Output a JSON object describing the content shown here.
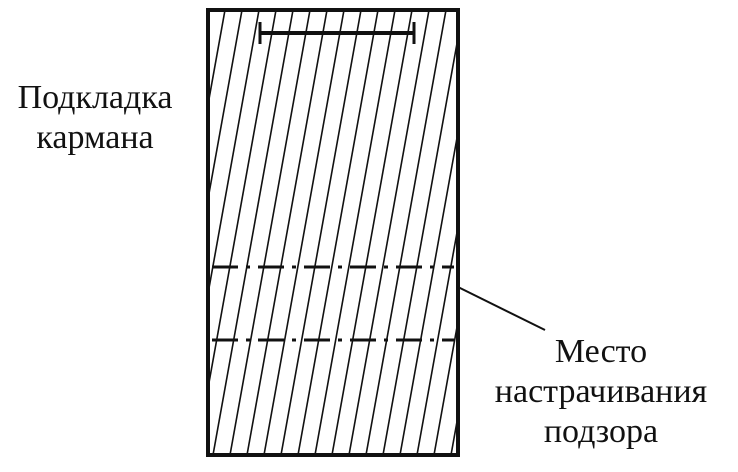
{
  "labels": {
    "pocket_lining": {
      "line1": "Подкладка",
      "line2": "кармана"
    },
    "stitch_place": {
      "line1": "Место",
      "line2": "настрачивания",
      "line3": "подзора"
    }
  },
  "colors": {
    "stroke": "#111111",
    "background": "#ffffff"
  }
}
